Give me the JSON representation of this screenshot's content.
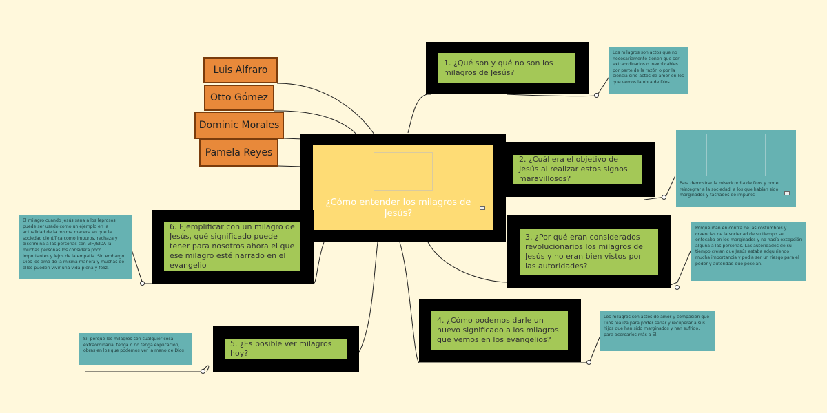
{
  "names": [
    "Luis Alfraro",
    "Otto Gómez",
    "Dominic Morales",
    "Pamela Reyes"
  ],
  "central": {
    "title": "¿Cómo entender los milagros de Jesús?"
  },
  "topics": {
    "t1": {
      "label": "1. ¿Qué son y qué no son los milagros de Jesús?",
      "note": "Los milagros son actos que no necesariamente tienen que ser extraordinarios o inexplicables por parte de la razón o por la ciencia sino actos de amor en los que vemos la obra de Dios"
    },
    "t2": {
      "label": "2. ¿Cuál era el objetivo de Jesús al realizar estos signos maravillosos?",
      "note": "Para demostrar la misericordia de Dios y poder reintegrar a la sociedad, a los que habían sido marginados y tachados de impuros"
    },
    "t3": {
      "label": "3. ¿Por qué eran considerados revolucionarios los milagros de Jesús y no eran bien vistos por las autoridades?",
      "note": "Porque iban en contra de las costumbres y creencias de la sociedad de su tiempo se enfocaba en los marginados y no hacía excepción alguna a las personas. Las autoridades de su tiempo creían que Jesús estaba adquiriendo mucha importancia y podía ser un riesgo para el poder y autoridad que poseían."
    },
    "t4": {
      "label": "4. ¿Cómo podemos darle un nuevo significado a los milagros que vemos en los evangelios?",
      "note": "Los milagros son actos de amor y compasión que Dios realiza para poder sanar y recuperar a sus hijos que han sido marginados y han sufrido, para acercarlos más a Él."
    },
    "t5": {
      "label": "5. ¿Es posible ver milagros hoy?",
      "note": "Sí, porque los milagros son cualquier cosa extraordinaria, tenga o no tenga explicación, obras en los que podemos ver la mano de Dios"
    },
    "t6": {
      "label": "6. Ejemplificar con un milagro de Jesús, qué significado puede tener para nosotros ahora el que ese milagro esté narrado en el evangelio",
      "note": "El milagro cuando Jesús sana a los leprosos puede ser usado como un ejemplo en la actualidad de la misma manera en que la sociedad científica como impuros, rechaza y discrimina a las personas con VIH/SIDA la muchas personas los considera poco importantes y lejos de la empatía. Sin embargo Dios los ama de la misma manera y muchas de ellos pueden vivir una vida plena y feliz."
    }
  },
  "colors": {
    "background": "#fff8dc",
    "topic": "#a4c857",
    "note": "#66b2b2",
    "name": "#e8893a",
    "central": "#fedc75",
    "frame": "#000000"
  }
}
